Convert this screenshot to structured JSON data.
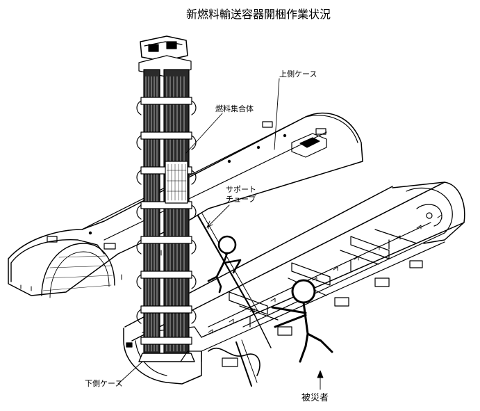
{
  "title": "新燃料輸送容器開梱作業状況",
  "labels": {
    "upper_case": "上側ケース",
    "fuel_assembly": "燃料集合体",
    "support_tube_line1": "サポート",
    "support_tube_line2": "チューブ",
    "lower_case": "下側ケース",
    "victim": "被災者"
  },
  "colors": {
    "ink": "#000000",
    "dark_fill": "#2a2a2a",
    "paper": "#ffffff"
  }
}
